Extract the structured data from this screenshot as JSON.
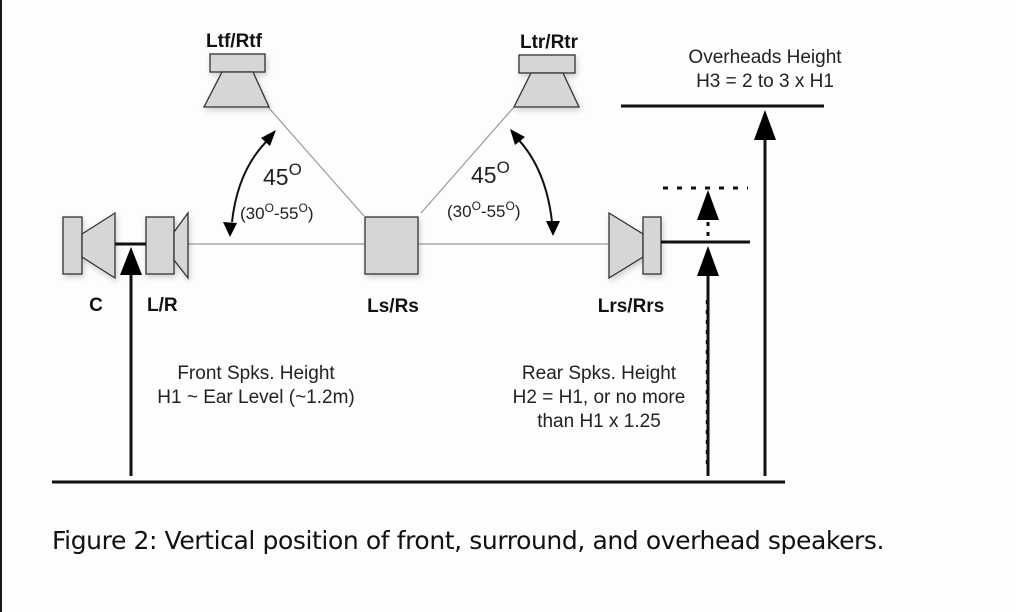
{
  "figure": {
    "caption": "Figure 2: Vertical position of front, surround, and overhead speakers.",
    "speakers": {
      "center": "C",
      "front": "L/R",
      "side_surround": "Ls/Rs",
      "rear_surround": "Lrs/Rrs",
      "top_front": "Ltf/Rtf",
      "top_rear": "Ltr/Rtr"
    },
    "angles": {
      "front_angle": "45",
      "front_range_a": "(30",
      "front_range_b": "-55",
      "front_range_c": ")",
      "rear_angle": "45",
      "rear_range_a": "(30",
      "rear_range_b": "-55",
      "rear_range_c": ")",
      "degree_symbol": "O"
    },
    "notes": {
      "front_height_line1": "Front Spks. Height",
      "front_height_line2": "H1 ~ Ear Level (~1.2m)",
      "rear_height_line1": "Rear Spks. Height",
      "rear_height_line2": "H2 = H1, or no more",
      "rear_height_line3": "than H1 x 1.25",
      "overhead_height_line1": "Overheads Height",
      "overhead_height_line2": "H3 = 2 to 3 x H1"
    }
  }
}
